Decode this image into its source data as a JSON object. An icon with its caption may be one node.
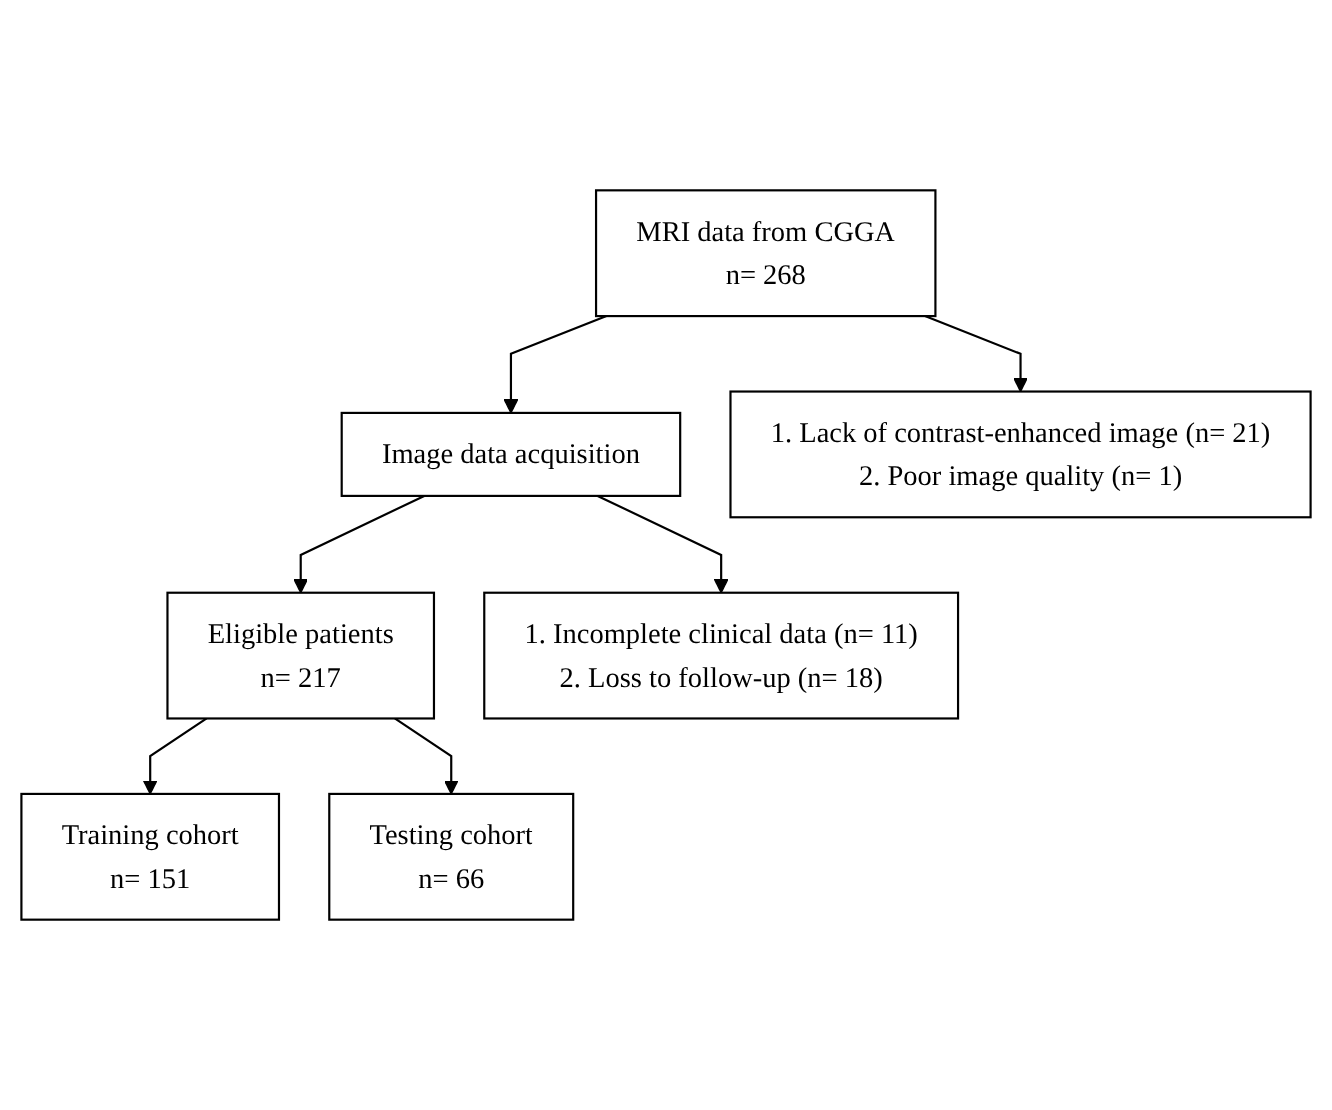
{
  "diagram": {
    "nodes": [
      {
        "text": [
          "MRI data from CGGA",
          "n= 268"
        ]
      },
      {
        "text": [
          "1. Lack of contrast-enhanced image (n= 21)",
          "2. Poor image quality (n= 1)"
        ]
      },
      {
        "text": [
          "Image data acquisition"
        ]
      },
      {
        "text": [
          "1. Incomplete clinical data (n= 11)",
          "2. Loss to follow-up (n= 18)"
        ]
      },
      {
        "text": [
          "Eligible patients",
          "n= 217"
        ]
      },
      {
        "text": [
          "Training cohort",
          "n= 151"
        ]
      },
      {
        "text": [
          "Testing cohort",
          "n= 66"
        ]
      }
    ],
    "edges": [
      {
        "from": 0,
        "to": 2,
        "arrow": "to"
      },
      {
        "from": 0,
        "to": 1,
        "arrow": "to"
      },
      {
        "from": 2,
        "to": 4,
        "arrow": "to"
      },
      {
        "from": 2,
        "to": 3,
        "arrow": "to"
      },
      {
        "from": 4,
        "to": 5,
        "arrow": "to"
      },
      {
        "from": 4,
        "to": 6,
        "arrow": "to"
      }
    ]
  }
}
